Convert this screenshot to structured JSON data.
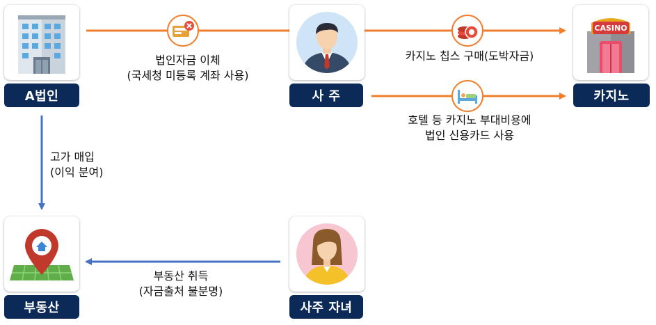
{
  "nodes": {
    "company": {
      "label": "A법인"
    },
    "owner": {
      "label": "사 주"
    },
    "casino": {
      "label": "카지노",
      "sign": "CASINO"
    },
    "realestate": {
      "label": "부동산"
    },
    "child": {
      "label": "사주 자녀"
    }
  },
  "flows": {
    "transfer": {
      "line1": "법인자금 이체",
      "line2": "(국세청 미등록 계좌 사용)"
    },
    "chips": {
      "line1": "카지노 칩스 구매(도박자금)"
    },
    "hotel": {
      "line1": "호텔 등 카지노 부대비용에",
      "line2": "법인 신용카드 사용"
    },
    "purchase": {
      "line1": "고가 매입",
      "line2": "(이익 분여)"
    },
    "acquire": {
      "line1": "부동산 취득",
      "line2": "(자금출처 불분명)"
    }
  },
  "colors": {
    "label_bg": "#0c2a58",
    "orange_arrow": "#f07e2c",
    "blue_arrow": "#4472c4"
  }
}
